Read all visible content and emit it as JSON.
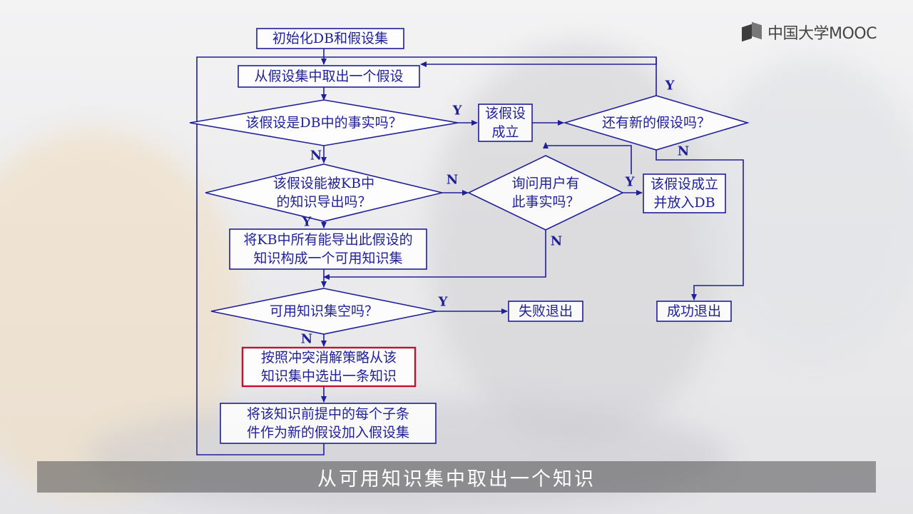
{
  "brand": {
    "logo_text": "中国大学MOOC"
  },
  "subtitle": "从可用知识集中取出一个知识",
  "colors": {
    "line": "#1f1f99",
    "text": "#1f1f99",
    "highlight": "#c8102e",
    "box_fill": "#ffffff"
  },
  "flowchart": {
    "nodes": [
      {
        "id": "init",
        "shape": "rect",
        "lines": [
          "初始化DB和假设集"
        ]
      },
      {
        "id": "take_hyp",
        "shape": "rect",
        "lines": [
          "从假设集中取出一个假设"
        ]
      },
      {
        "id": "is_fact",
        "shape": "diamond",
        "lines": [
          "该假设是DB中的事实吗？"
        ]
      },
      {
        "id": "hyp_true",
        "shape": "rect",
        "lines": [
          "该假设",
          "成立"
        ]
      },
      {
        "id": "more_hyp",
        "shape": "diamond",
        "lines": [
          "还有新的假设吗？"
        ]
      },
      {
        "id": "kb_derive",
        "shape": "diamond",
        "lines": [
          "该假设能被KB中",
          "的知识导出吗？"
        ]
      },
      {
        "id": "ask_user",
        "shape": "diamond",
        "lines": [
          "询问用户有",
          "此事实吗？"
        ]
      },
      {
        "id": "add_db",
        "shape": "rect",
        "lines": [
          "该假设成立",
          "并放入DB"
        ]
      },
      {
        "id": "build_set",
        "shape": "rect",
        "lines": [
          "将KB中所有能导出此假设的",
          "知识构成一个可用知识集"
        ]
      },
      {
        "id": "set_empty",
        "shape": "diamond",
        "lines": [
          "可用知识集空吗？"
        ]
      },
      {
        "id": "fail",
        "shape": "rect",
        "lines": [
          "失败退出"
        ]
      },
      {
        "id": "success",
        "shape": "rect",
        "lines": [
          "成功退出"
        ]
      },
      {
        "id": "select_k",
        "shape": "rect",
        "highlight": true,
        "lines": [
          "按照冲突消解策略从该",
          "知识集中选出一条知识"
        ]
      },
      {
        "id": "add_premise",
        "shape": "rect",
        "lines": [
          "将该知识前提中的每个子条",
          "件作为新的假设加入假设集"
        ]
      }
    ],
    "edge_labels": [
      {
        "id": "is_fact_yes",
        "text": "Y"
      },
      {
        "id": "is_fact_no",
        "text": "N"
      },
      {
        "id": "more_yes",
        "text": "Y"
      },
      {
        "id": "more_no",
        "text": "N"
      },
      {
        "id": "kb_no",
        "text": "N"
      },
      {
        "id": "kb_yes",
        "text": "Y"
      },
      {
        "id": "ask_yes",
        "text": "Y"
      },
      {
        "id": "ask_no",
        "text": "N"
      },
      {
        "id": "empty_yes",
        "text": "Y"
      },
      {
        "id": "empty_no",
        "text": "N"
      }
    ]
  }
}
